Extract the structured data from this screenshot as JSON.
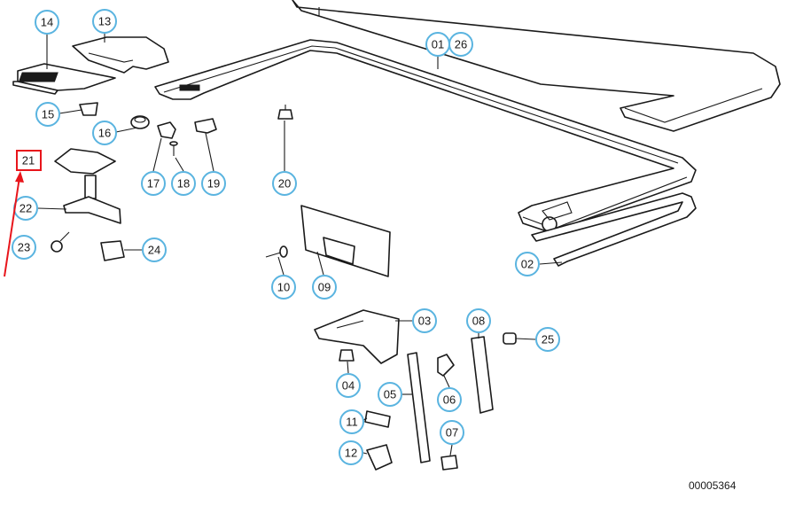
{
  "diagram": {
    "callouts": [
      {
        "label": "14"
      },
      {
        "label": "13"
      },
      {
        "label": "01"
      },
      {
        "label": "26"
      },
      {
        "label": "15"
      },
      {
        "label": "16"
      },
      {
        "label": "17"
      },
      {
        "label": "18"
      },
      {
        "label": "19"
      },
      {
        "label": "20"
      },
      {
        "label": "22"
      },
      {
        "label": "23"
      },
      {
        "label": "24"
      },
      {
        "label": "10"
      },
      {
        "label": "09"
      },
      {
        "label": "02"
      },
      {
        "label": "03"
      },
      {
        "label": "08"
      },
      {
        "label": "25"
      },
      {
        "label": "04"
      },
      {
        "label": "05"
      },
      {
        "label": "06"
      },
      {
        "label": "11"
      },
      {
        "label": "07"
      },
      {
        "label": "12"
      }
    ],
    "highlighted_callout": {
      "label": "21",
      "color": "#e8151b"
    },
    "callout_ring_color": "#5ab4e0",
    "arrow_color": "#e8151b",
    "document_id": "00005364"
  }
}
